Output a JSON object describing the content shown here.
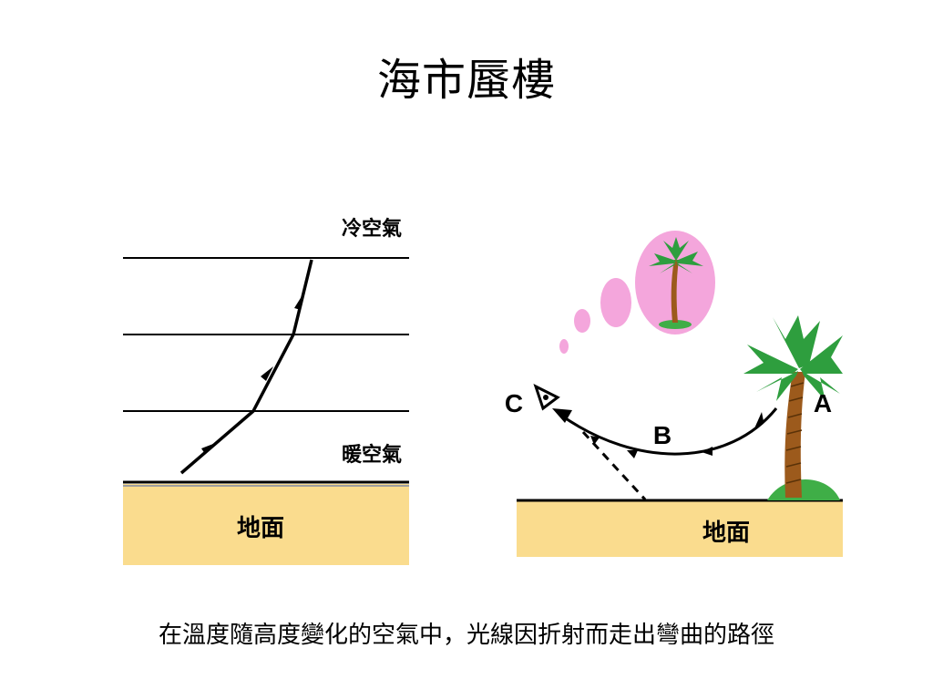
{
  "title": "海市蜃樓",
  "caption": "在溫度隨高度變化的空氣中，光線因折射而走出彎曲的路徑",
  "left_diagram": {
    "cold_air_label": "冷空氣",
    "warm_air_label": "暖空氣",
    "ground_label": "地面"
  },
  "right_diagram": {
    "label_a": "A",
    "label_b": "B",
    "label_c": "C",
    "ground_label": "地面"
  },
  "colors": {
    "ground": "#fadc8e",
    "mirage_bubble": "#f4a6dc",
    "palm_leaves": "#2e9e3e",
    "palm_trunk": "#9c5a1c",
    "grass": "#3fae47"
  }
}
